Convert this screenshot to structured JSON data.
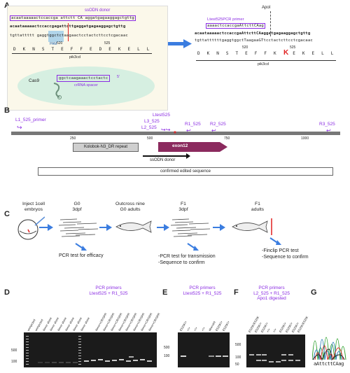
{
  "panels": {
    "A": "A",
    "B": "B",
    "C": "C",
    "D": "D",
    "E": "E",
    "F": "F",
    "G": "G"
  },
  "panelA": {
    "donor_label": "ssODN donor",
    "donor_seq": "acaataaaaactccaccga attctt CA aggatgagaaggagctgttg",
    "donor_box_a": "A",
    "donor_box_ca": "CA",
    "genomic_top": "acaataaaaactccaccgagattcttgaggatgagaaggagctgttg",
    "genomic_bottom": "tgttattttt gaggtggctctaagaactcctactcttcctcgacaac",
    "pam_label": "PAM",
    "aa_left": "D K N S T E F F E D E K E L L",
    "pos_520": "520",
    "pos_525": "525",
    "gene_left": "pik3cd",
    "cas9_label": "Cas9",
    "crRNA_seq": "ggctcaagaaactcctactc",
    "crRNA_5": "5'",
    "crRNA_label": "crRNA spacer",
    "right_ltest_label": "Ltest525PCR primer",
    "right_ltest_seq": "aaaactccaccgaAttcttCAag",
    "apo_label": "ApoI",
    "right_top": "acaataaaaactccaccgaAttcttCAaggatgagaaggagctgttg",
    "right_bottom": "tgttattttttgaggtggctTaagaaGTtcctactcttcctcgacaac",
    "right_aa": "D K N S T E F F K D E K E L L",
    "right_K": "K",
    "right_pos_520": "520",
    "right_pos_525": "525",
    "gene_right": "pik3cd"
  },
  "panelB": {
    "primers": [
      "L1_525_primer",
      "Ltest525",
      "L3_525",
      "L2_525",
      "R1_525",
      "R2_525",
      "R3_525"
    ],
    "ticks": [
      "250",
      "500",
      "750",
      "1000"
    ],
    "repeat_label": "Kolobok-N3_DR repeat",
    "exon_label": "exon12",
    "donor_label": "ssODN donor",
    "confirmed_label": "confirmed edited sequence"
  },
  "panelC": {
    "steps": [
      {
        "title": "Inject 1cell\nembryos"
      },
      {
        "title": "G0\n3dpf"
      },
      {
        "title": "Outcross nine\nG0 adults"
      },
      {
        "title": "F1\n3dpf"
      },
      {
        "title": "F1\nadults"
      }
    ],
    "notes": [
      "PCR test for efficacy",
      "-PCR test for transmission\n-Sequence to confirm",
      "-Finclip PCR test\n-Sequence to confirm"
    ]
  },
  "panelD": {
    "title": "PCR primers\nLtest525 + R1_525",
    "lanes": [
      "uninjected",
      "uninjected",
      "donor alone",
      "donor alone",
      "donor alone",
      "donor alone",
      "donor alone",
      "donor alone",
      "",
      "donor+CRISPR",
      "donor+CRISPR",
      "donor+CRISPR",
      "donor+CRISPR",
      "donor+CRISPR",
      "donor+CRISPR",
      "donor+CRISPR",
      "donor+CRISPR"
    ],
    "ladder": [
      "500",
      "100"
    ]
  },
  "panelE": {
    "title": "PCR primers\nLtest525 + R1_525",
    "lanes": [
      "E525K/+",
      "+/+",
      "+/+",
      "+/+",
      "aberrant",
      "E525K/+",
      "E525K/+"
    ],
    "ladder": [
      "500",
      "100"
    ]
  },
  "panelF": {
    "title": "PCR primers\nL2_525 + R1_525\nApo1 digested",
    "lanes": [
      "E525K/E525K",
      "E525K/+",
      "E525K/+",
      "+/+",
      "+/+",
      "E525K/+",
      "E525K/+",
      "E525K/+",
      "E525K/E525K"
    ],
    "ladder": [
      "500",
      "100",
      "50"
    ]
  },
  "panelG": {
    "seq": "aAttcttCAag"
  },
  "colors": {
    "purple": "#8a2be2",
    "exon": "#8b2a5e",
    "arrow": "#3b7de0",
    "pam": "#9ecbe9",
    "red": "#e02020",
    "gel": "#1b1b1b"
  }
}
